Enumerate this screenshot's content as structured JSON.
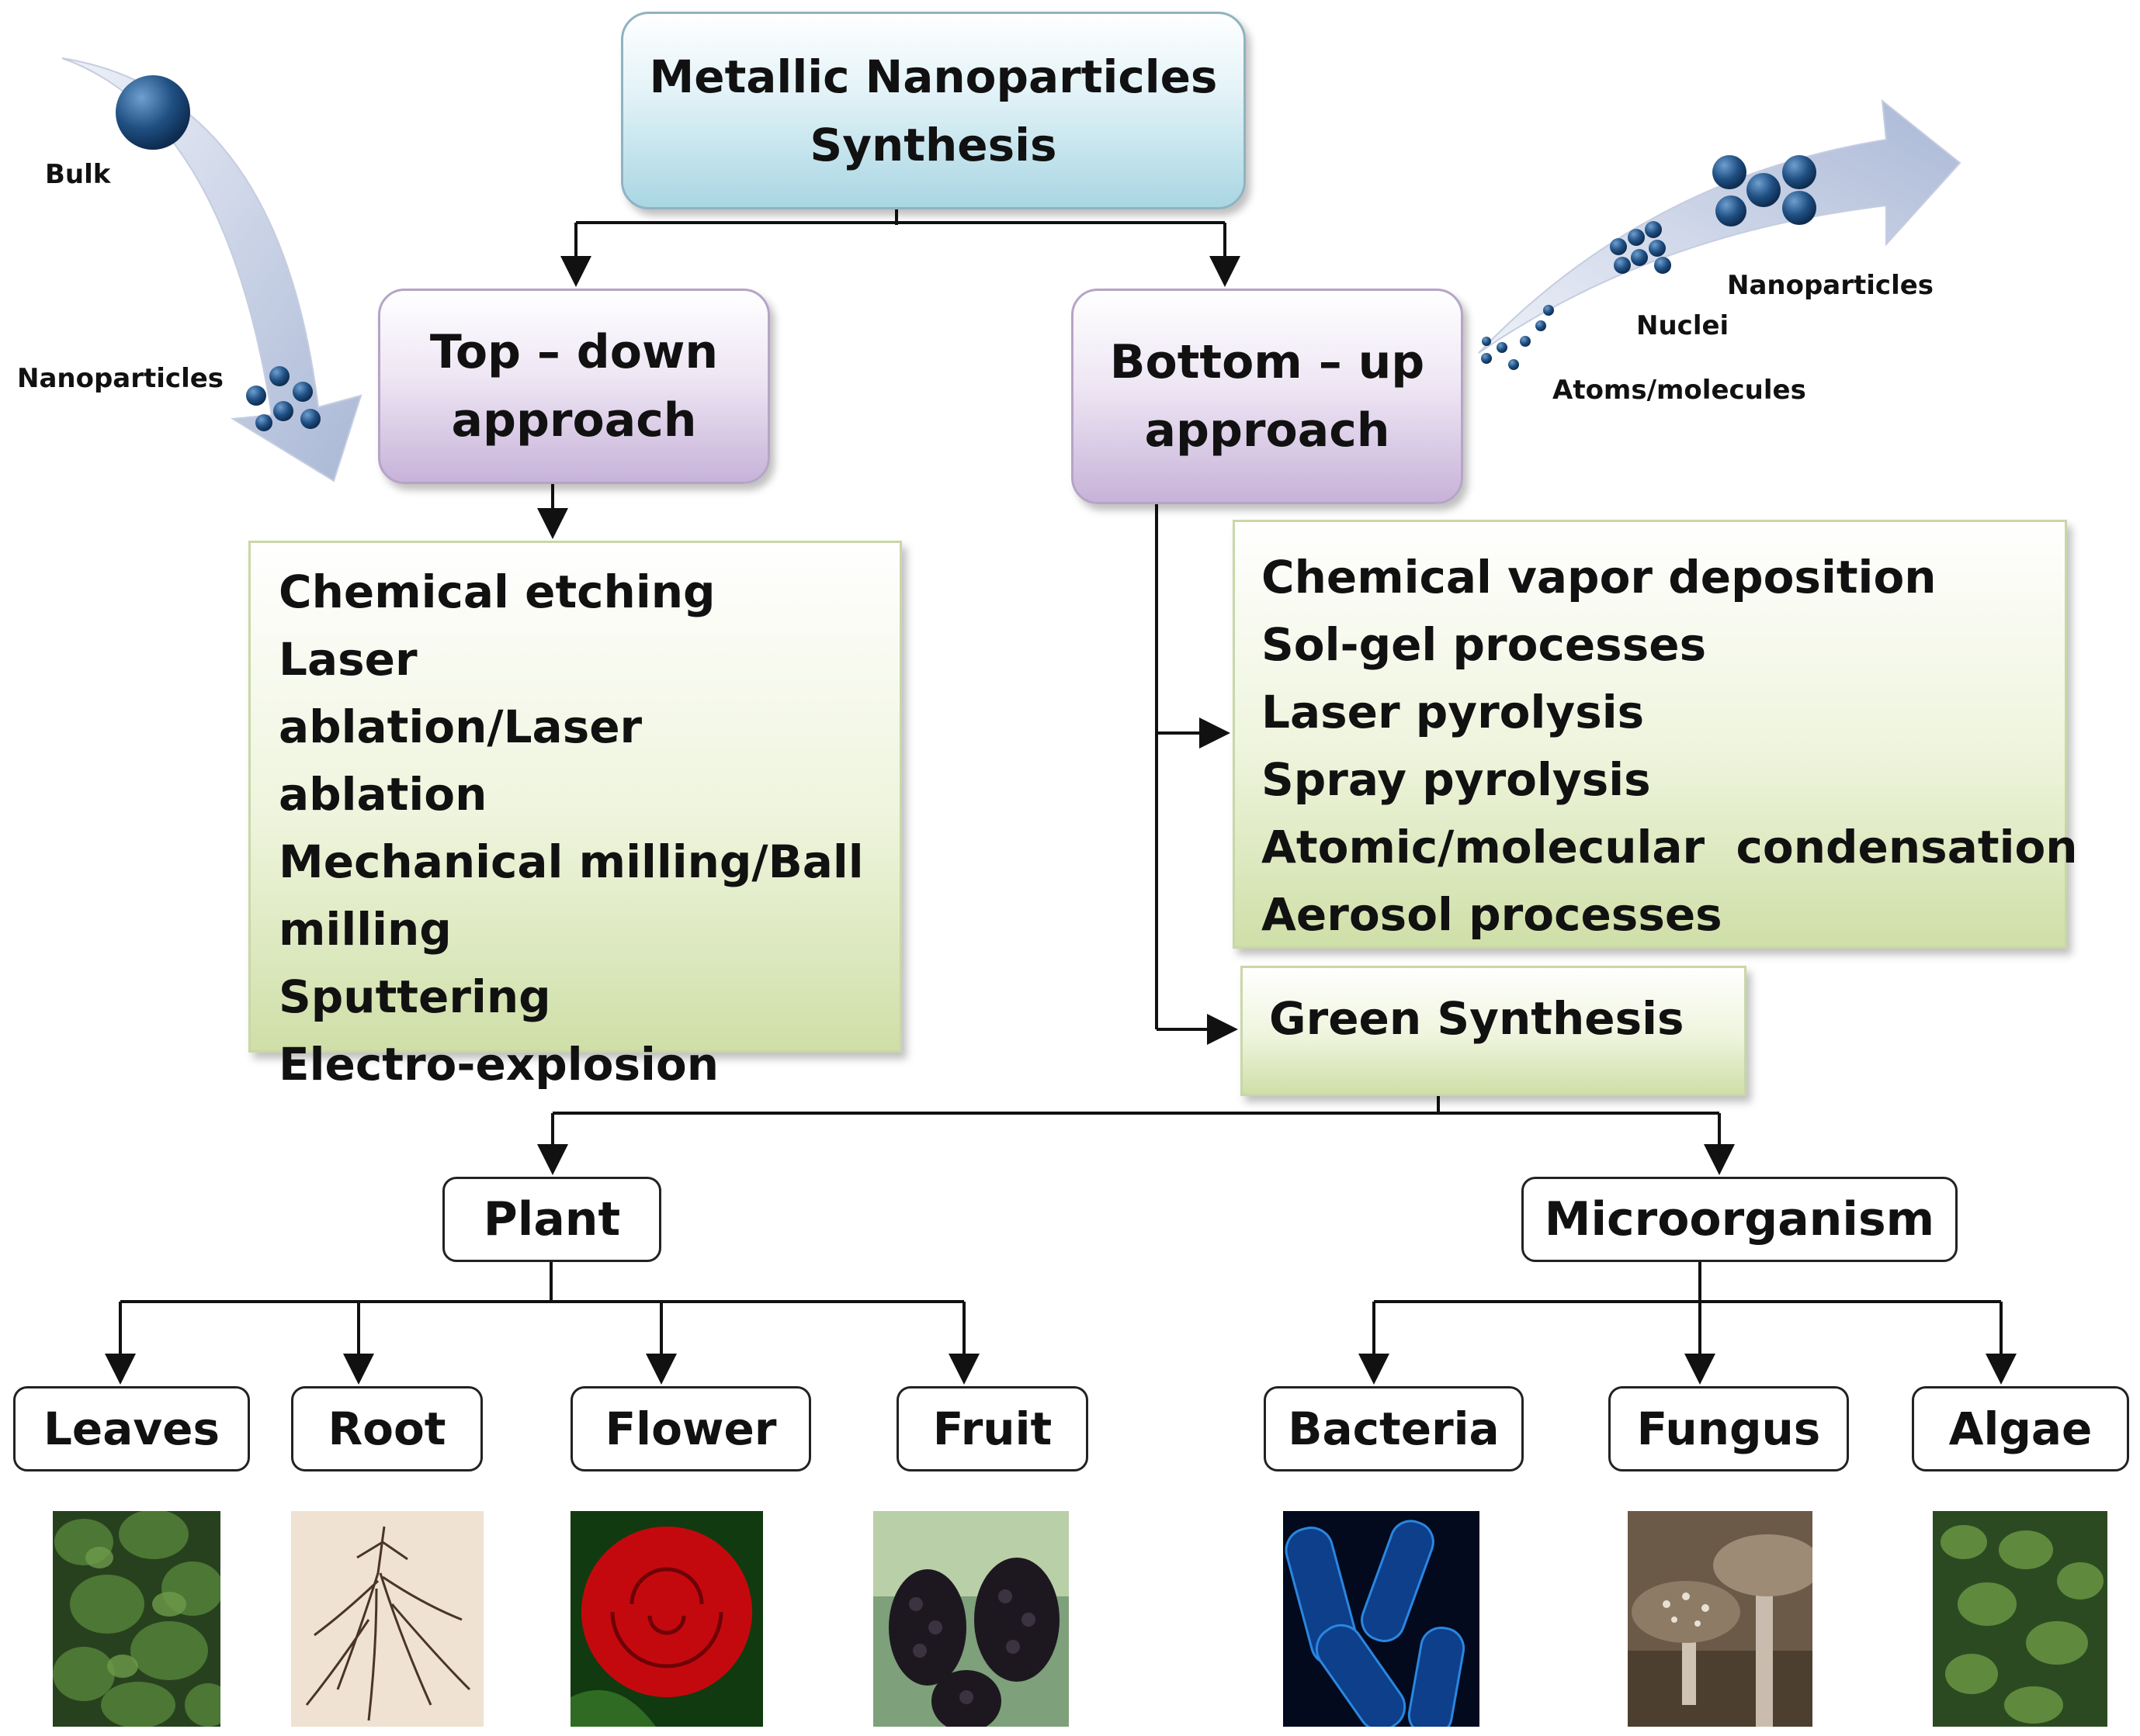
{
  "title": "Metallic Nanoparticles Synthesis",
  "approaches": {
    "top_down": {
      "label": "Top – down approach",
      "methods": [
        "Chemical etching",
        "Laser ablation/Laser ablation",
        "Mechanical milling/Ball milling",
        "Sputtering",
        "Electro-explosion"
      ]
    },
    "bottom_up": {
      "label": "Bottom – up approach",
      "methods": [
        "Chemical vapor deposition",
        "Sol-gel processes",
        "Laser pyrolysis",
        "Spray pyrolysis",
        "Atomic/molecular  condensation",
        "Aerosol processes"
      ]
    }
  },
  "green_synthesis": "Green Synthesis",
  "sources": {
    "plant": {
      "label": "Plant",
      "parts": [
        "Leaves",
        "Root",
        "Flower",
        "Fruit"
      ]
    },
    "microorganism": {
      "label": "Microorganism",
      "types": [
        "Bacteria",
        "Fungus",
        "Algae"
      ]
    }
  },
  "top_down_graphic": {
    "bulk_label": "Bulk",
    "nanoparticles_label": "Nanoparticles"
  },
  "bottom_up_graphic": {
    "nanoparticles_label": "Nanoparticles",
    "nuclei_label": "Nuclei",
    "atoms_label": "Atoms/molecules"
  },
  "colors": {
    "title_fill": "#a9d6e3",
    "approach_fill": "#c7b3d9",
    "method_fill": "#cfdfa8",
    "particle": "#1f4f82",
    "arrow_band": "#b9c4de"
  },
  "images": [
    "leaves-photo",
    "root-photo",
    "flower-photo",
    "fruit-photo",
    "bacteria-photo",
    "fungus-photo",
    "algae-photo"
  ]
}
